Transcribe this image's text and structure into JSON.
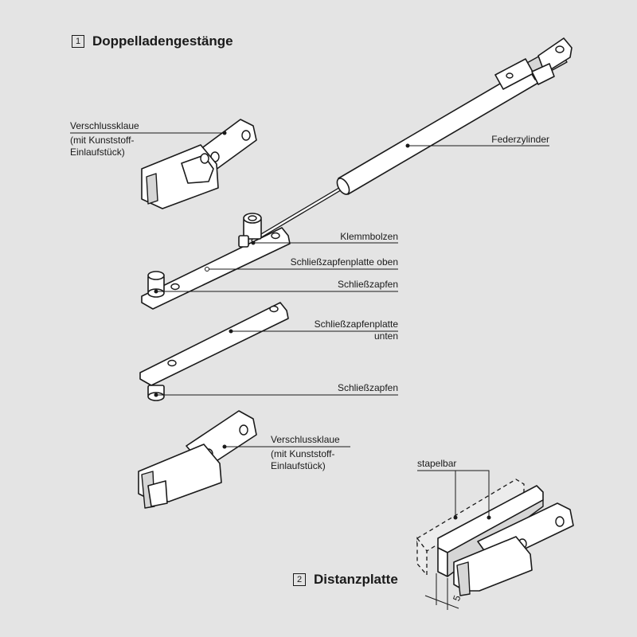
{
  "section1": {
    "number": "1",
    "title": "Doppelladengestänge"
  },
  "section2": {
    "number": "2",
    "title": "Distanzplatte"
  },
  "labels": {
    "verschlussklaue_top": [
      "Verschlussklaue",
      "(mit Kunststoff-",
      "Einlaufstück)"
    ],
    "federzylinder": "Federzylinder",
    "klemmbolzen": "Klemmbolzen",
    "schliesszapfenplatte_oben": "Schließzapfenplatte oben",
    "schliesszapfen_1": "Schließzapfen",
    "schliesszapfenplatte_unten": [
      "Schließzapfenplatte",
      "unten"
    ],
    "schliesszapfen_2": "Schließzapfen",
    "verschlussklaue_bottom": [
      "Verschlussklaue",
      "(mit Kunststoff-",
      "Einlaufstück)"
    ],
    "stapelbar": "stapelbar",
    "dimension": "5"
  },
  "colors": {
    "background": "#e4e4e4",
    "ink": "#1a1a1a",
    "part_fill": "#ffffff",
    "shade": "#d6d6d6"
  }
}
